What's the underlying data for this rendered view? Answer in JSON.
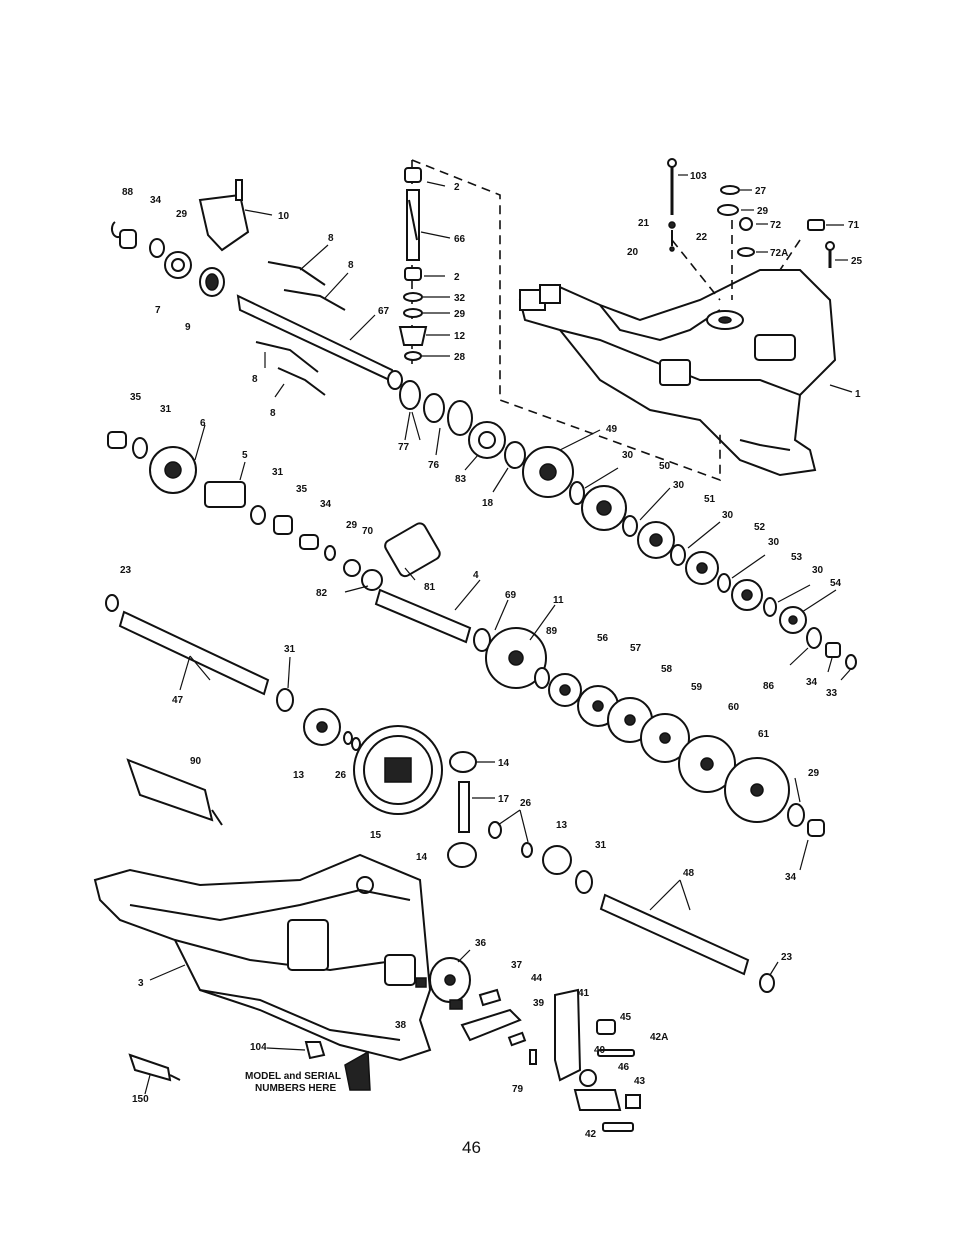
{
  "page_number": "46",
  "note": {
    "line1": "MODEL and SERIAL",
    "line2": "NUMBERS HERE"
  },
  "labels": [
    "103",
    "27",
    "29",
    "21",
    "72",
    "71",
    "22",
    "20",
    "72A",
    "25",
    "1",
    "88",
    "34",
    "29",
    "7",
    "10",
    "9",
    "8",
    "8",
    "8",
    "8",
    "67",
    "2",
    "66",
    "2",
    "32",
    "29",
    "12",
    "28",
    "77",
    "76",
    "83",
    "18",
    "35",
    "31",
    "6",
    "5",
    "31",
    "35",
    "34",
    "29",
    "70",
    "81",
    "82",
    "49",
    "30",
    "50",
    "30",
    "51",
    "30",
    "52",
    "30",
    "53",
    "30",
    "54",
    "23",
    "47",
    "31",
    "13",
    "26",
    "90",
    "15",
    "4",
    "69",
    "11",
    "89",
    "56",
    "57",
    "58",
    "59",
    "60",
    "61",
    "86",
    "34",
    "33",
    "14",
    "17",
    "26",
    "13",
    "14",
    "31",
    "29",
    "34",
    "48",
    "23",
    "3",
    "36",
    "37",
    "44",
    "39",
    "41",
    "45",
    "42A",
    "38",
    "79",
    "40",
    "46",
    "43",
    "42",
    "104",
    "150"
  ]
}
